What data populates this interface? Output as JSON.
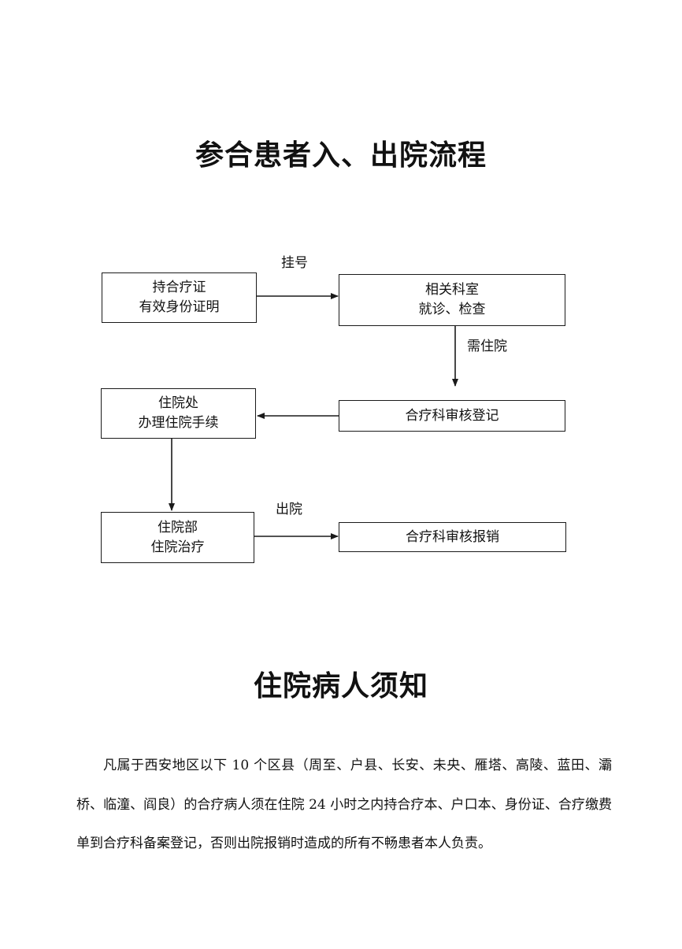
{
  "title_main": "参合患者入、出院流程",
  "flow": {
    "nodes": {
      "start": {
        "line1": "持合疗证",
        "line2": "有效身份证明"
      },
      "dept": {
        "line1": "相关科室",
        "line2": "就诊、检查"
      },
      "review_register": {
        "line1": "合疗科审核登记"
      },
      "admission": {
        "line1": "住院处",
        "line2": "办理住院手续"
      },
      "ward": {
        "line1": "住院部",
        "line2": "住院治疗"
      },
      "review_reimburse": {
        "line1": "合疗科审核报销"
      }
    },
    "edges": {
      "register_label": "挂号",
      "need_hospital_label": "需住院",
      "discharge_label": "出院"
    }
  },
  "title_notice": "住院病人须知",
  "notice_text": "凡属于西安地区以下 10 个区县（周至、户县、长安、未央、雁塔、高陵、蓝田、灞桥、临潼、阎良）的合疗病人须在住院 24 小时之内持合疗本、户口本、身份证、合疗缴费单到合疗科备案登记，否则出院报销时造成的所有不畅患者本人负责。"
}
